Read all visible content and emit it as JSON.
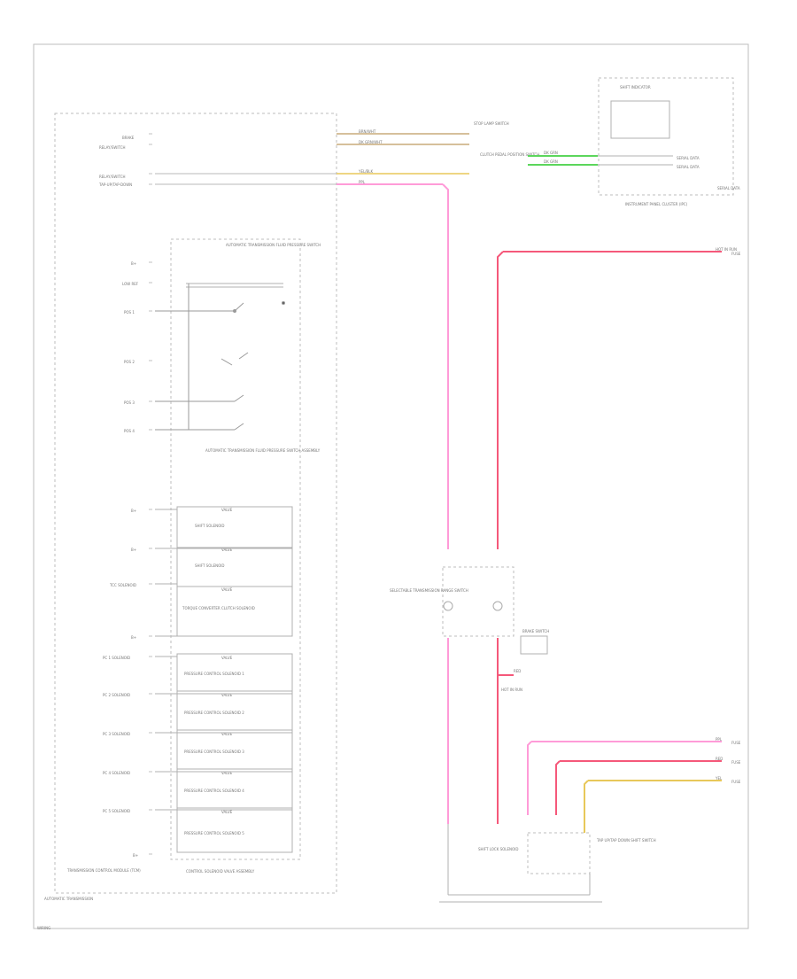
{
  "left_labels": {
    "a": "BRAKE",
    "b": "RELAY/SWITCH",
    "c": "RELAY/SWITCH",
    "d": "TAP-UP/TAP-DOWN",
    "s1": "B+",
    "s2": "LOW REF",
    "s3": "POS 1",
    "s4": "POS 2",
    "s5": "POS 3",
    "s6": "POS 4",
    "s7": "B+",
    "s8": "B+",
    "s9": "TCC SOLENOID",
    "s10": "B+",
    "s11": "PC 1 SOLENOID",
    "s12": "PC 2 SOLENOID",
    "s13": "PC 3 SOLENOID",
    "s14": "PC 4 SOLENOID",
    "s15": "PC 5 SOLENOID",
    "s16": "B+"
  },
  "modules": {
    "tcm": "TRANSMISSION CONTROL MODULE (TCM)",
    "auto_trans": "AUTOMATIC TRANSMISSION",
    "solenoid_body": "CONTROL SOLENOID VALVE ASSEMBLY",
    "pressure_switch_top": "AUTOMATIC TRANSMISSION FLUID PRESSURE SWITCH",
    "pressure_switch_bottom": "AUTOMATIC TRANSMISSION FLUID PRESSURE SWITCH ASSEMBLY",
    "cluster": "INSTRUMENT PANEL CLUSTER (IPC)",
    "cluster_inner": "SHIFT INDICATOR"
  },
  "solenoids": [
    {
      "name": "SHIFT SOLENOID",
      "valve": "VALVE"
    },
    {
      "name": "SHIFT SOLENOID",
      "valve": "VALVE"
    },
    {
      "name": "TORQUE CONVERTER CLUTCH SOLENOID",
      "valve": "VALVE"
    },
    {
      "name": "PRESSURE CONTROL SOLENOID 1",
      "valve": "VALVE"
    },
    {
      "name": "PRESSURE CONTROL SOLENOID 2",
      "valve": "VALVE"
    },
    {
      "name": "PRESSURE CONTROL SOLENOID 3",
      "valve": "VALVE"
    },
    {
      "name": "PRESSURE CONTROL SOLENOID 4",
      "valve": "VALVE"
    },
    {
      "name": "PRESSURE CONTROL SOLENOID 5",
      "valve": "VALVE"
    }
  ],
  "wire_labels": {
    "w1": "BRN/WHT",
    "w2": "DK GRN/WHT",
    "w3": "YEL/BLK",
    "w4": "PPL",
    "w5": "DK GRN",
    "w6": "DK GRN",
    "w7": "RED",
    "w8": "PPL",
    "w9": "RED",
    "w10": "YEL"
  },
  "right_labels": {
    "r1": "STOP LAMP SWITCH",
    "r2": "CLUTCH PEDAL POSITION SWITCH",
    "r3": "SERIAL DATA",
    "r4": "SERIAL DATA",
    "r5": "SERIAL DATA",
    "r6": "HOT IN RUN",
    "r7": "SELECTABLE TRANSMISSION RANGE SWITCH",
    "r8": "BRAKE SWITCH",
    "r9": "HOT IN RUN",
    "r10": "SHIFT LOCK SOLENOID",
    "r11": "TAP UP/TAP DOWN SHIFT SWITCH",
    "r12": "FUSE",
    "r13": "FUSE",
    "r14": "FUSE",
    "r15": "FUSE"
  },
  "footer": {
    "code": "WIRING"
  },
  "colors": {
    "pink": "#ff9bd8",
    "red": "#f5587a",
    "green": "#5cd65c",
    "yellow": "#e8c85a",
    "tan": "#c9ab7a",
    "line": "#a8a8a8"
  }
}
